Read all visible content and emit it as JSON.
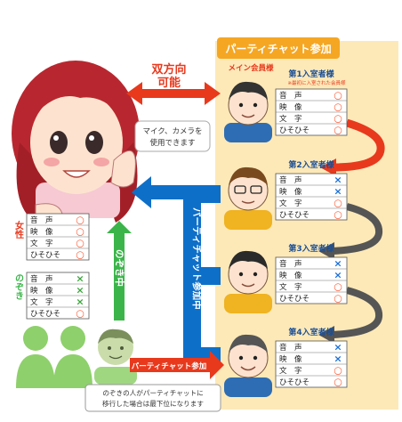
{
  "panel": {
    "title": "パーティチャット参加"
  },
  "main_member": {
    "label": "メイン会員様"
  },
  "bidirectional": {
    "line1": "双方向",
    "line2": "可能"
  },
  "mic_note": {
    "line1": "マイク、カメラを",
    "line2": "使用できます"
  },
  "tables": [
    {
      "id": "entrant-1",
      "title": "第1入室者様",
      "note": "※最初に入室された会員様",
      "rows": [
        {
          "label": "音　声",
          "mark": "○"
        },
        {
          "label": "映　像",
          "mark": "○"
        },
        {
          "label": "文　字",
          "mark": "○"
        },
        {
          "label": "ひそひそ",
          "mark": "○"
        }
      ]
    },
    {
      "id": "entrant-2",
      "title": "第2入室者様",
      "rows": [
        {
          "label": "音　声",
          "mark": "×"
        },
        {
          "label": "映　像",
          "mark": "×"
        },
        {
          "label": "文　字",
          "mark": "○"
        },
        {
          "label": "ひそひそ",
          "mark": "○"
        }
      ]
    },
    {
      "id": "entrant-3",
      "title": "第3入室者様",
      "rows": [
        {
          "label": "音　声",
          "mark": "×"
        },
        {
          "label": "映　像",
          "mark": "×"
        },
        {
          "label": "文　字",
          "mark": "○"
        },
        {
          "label": "ひそひそ",
          "mark": "○"
        }
      ]
    },
    {
      "id": "entrant-4",
      "title": "第4入室者様",
      "rows": [
        {
          "label": "音　声",
          "mark": "×"
        },
        {
          "label": "映　像",
          "mark": "×"
        },
        {
          "label": "文　字",
          "mark": "○"
        },
        {
          "label": "ひそひそ",
          "mark": "○"
        }
      ]
    },
    {
      "id": "female",
      "title": "女性",
      "rows": [
        {
          "label": "音　声",
          "mark": "○"
        },
        {
          "label": "映　像",
          "mark": "○"
        },
        {
          "label": "文　字",
          "mark": "○"
        },
        {
          "label": "ひそひそ",
          "mark": "○"
        }
      ]
    },
    {
      "id": "peeker",
      "title": "のぞき",
      "rows": [
        {
          "label": "音　声",
          "mark": "×"
        },
        {
          "label": "映　像",
          "mark": "×"
        },
        {
          "label": "文　字",
          "mark": "×"
        },
        {
          "label": "ひそひそ",
          "mark": "○"
        }
      ]
    }
  ],
  "party_arrow_label": "パーティチャット参加中",
  "peeking_arrow_label": "のぞき中",
  "join_label": "パーティチャット参加",
  "bottom_note": {
    "line1": "のぞきの人がパーティチャットに",
    "line2": "移行した場合は最下位になります"
  },
  "colors": {
    "panel": "#fde9b8",
    "panel_title": "#f5a623",
    "red": "#e8391d",
    "blue": "#0e6fc9",
    "green": "#3bb54a",
    "circle": "#ff5a33",
    "cross": "#1a6fd6",
    "cross_green": "#3aa63a",
    "gray_arrow": "#555555"
  }
}
